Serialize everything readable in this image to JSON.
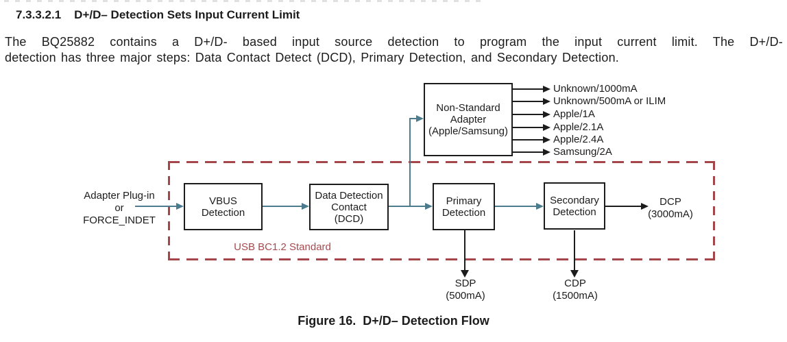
{
  "colors": {
    "flow_arrow": "#4d7b8e",
    "boundary": "#a4454a",
    "red_label": "#a8494e",
    "ink": "#1c1c1c"
  },
  "header": {
    "section_number": "7.3.3.2.1",
    "section_title": "D+/D– Detection Sets Input Current Limit"
  },
  "body": {
    "line1": "The BQ25882 contains a D+/D- based input source detection to program the input current limit. The D+/D-",
    "line2": "detection has three major steps: Data Contact Detect (DCD), Primary Detection, and Secondary Detection."
  },
  "figure": {
    "caption_prefix": "Figure 16.",
    "caption_title": "D+/D– Detection Flow",
    "input_label": "Adapter Plug-in\nor\nFORCE_INDET",
    "boundary_label": "USB BC1.2 Standard",
    "boxes": {
      "vbus": "VBUS\nDetection",
      "dcd": "Data Detection\nContact\n(DCD)",
      "primary": "Primary\nDetection",
      "secondary": "Secondary\nDetection",
      "nonstandard": "Non-Standard\nAdapter\n(Apple/Samsung)"
    },
    "adapter_outputs": [
      "Unknown/1000mA",
      "Unknown/500mA or ILIM",
      "Apple/1A",
      "Apple/2.1A",
      "Apple/2.4A",
      "Samsung/2A"
    ],
    "terminals": {
      "dcp": "DCP\n(3000mA)",
      "sdp": "SDP\n(500mA)",
      "cdp": "CDP\n(1500mA)"
    }
  }
}
